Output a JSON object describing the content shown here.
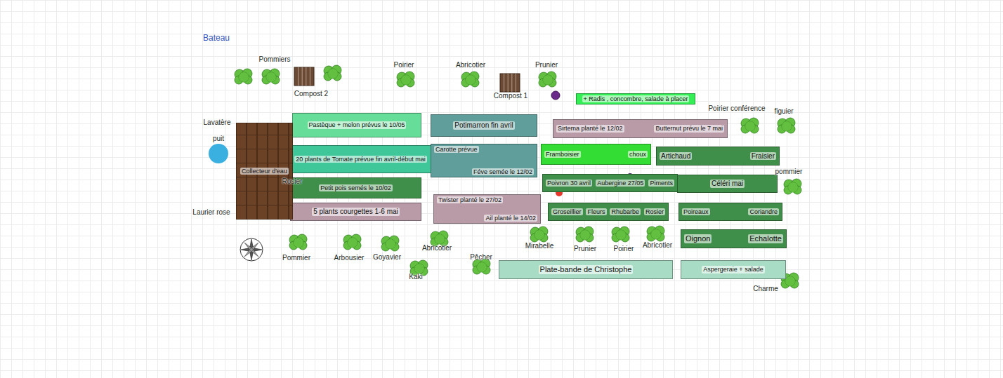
{
  "diagram": {
    "nodes": [
      {
        "text": [
          "Pastèque + melon prévus le 10/05"
        ]
      },
      {
        "text": [
          "20 plants de Tomate prévue fin avril-début mai"
        ]
      },
      {
        "text": [
          "Petit pois semés le 10/02"
        ]
      },
      {
        "text": [
          "5 plants courgettes 1-6 mai"
        ]
      },
      {
        "text": [
          "Potimarron fin avril"
        ]
      },
      {
        "text": [
          "Carotte prévue",
          "Féve semée le 12/02"
        ]
      },
      {
        "text": [
          "Twister planté le 27/02",
          "Ail planté le 14/02"
        ]
      },
      {
        "text": [
          "Sirtema planté le 12/02",
          "Butternut prévu le 7 mai"
        ]
      },
      {
        "text": [
          "Framboisier",
          "choux"
        ]
      },
      {
        "text": [
          "Artichaud",
          "Fraisier"
        ]
      },
      {
        "text": [
          "Poivron 30 avril",
          "Aubergine 27/05",
          "Piments"
        ]
      },
      {
        "text": [
          "Céléri mai"
        ]
      },
      {
        "text": [
          "Groseillier",
          "Fleurs",
          "Rhubarbe",
          "Rosier"
        ]
      },
      {
        "text": [
          "Poireaux",
          "Coriandre"
        ]
      },
      {
        "text": [
          "Oignon",
          "Echalotte"
        ]
      },
      {
        "text": [
          "Plate-bande de Christophe"
        ]
      },
      {
        "text": [
          "Aspergeraie + salade"
        ]
      },
      {
        "text": [
          "+ Radis , concombre,  salade  à placer"
        ]
      },
      {
        "text": [
          "Collecteur d'eau"
        ]
      }
    ],
    "labels": [
      "Bateau",
      "Pommiers",
      "Compost 2",
      "Poirier",
      "Abricotier",
      "Prunier",
      "Compost 1",
      "Poirier conférence",
      "figuier",
      "pommier",
      "Lavatère",
      "puit",
      "Rosier",
      "Laurier rose",
      "Pommier",
      "Arbousier",
      "Goyavier",
      "Abricotier",
      "Kaki",
      "Pêcher",
      "Mirabelle",
      "Prunier",
      "Poirier",
      "Abricotier",
      "Charme"
    ]
  }
}
